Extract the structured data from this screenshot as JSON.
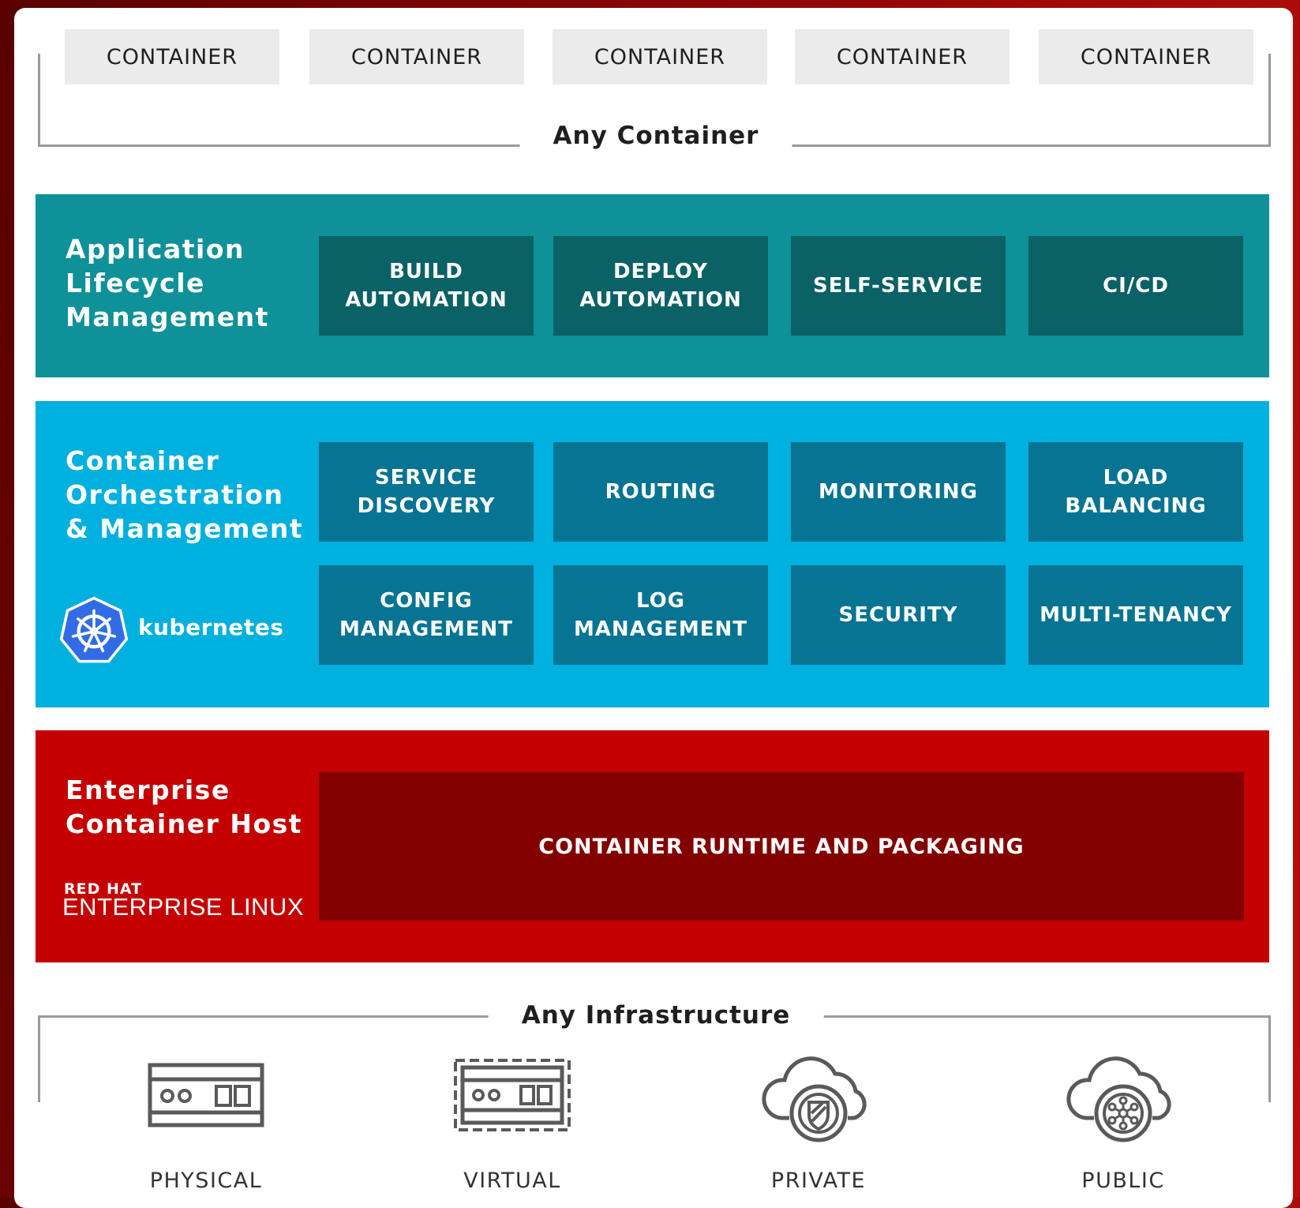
{
  "containers": {
    "items": [
      "CONTAINER",
      "CONTAINER",
      "CONTAINER",
      "CONTAINER",
      "CONTAINER"
    ],
    "caption": "Any Container"
  },
  "application_lifecycle": {
    "title": "Application\nLifecycle\nManagement",
    "color": "#0f9199",
    "tile_color": "#0a6166",
    "tiles": [
      "BUILD\nAUTOMATION",
      "DEPLOY\nAUTOMATION",
      "SELF-SERVICE",
      "CI/CD"
    ]
  },
  "orchestration": {
    "title": "Container\nOrchestration\n& Management",
    "color": "#00b0de",
    "tile_color": "#077493",
    "logo_text": "kubernetes",
    "tiles": [
      "SERVICE\nDISCOVERY",
      "ROUTING",
      "MONITORING",
      "LOAD\nBALANCING",
      "CONFIG\nMANAGEMENT",
      "LOG\nMANAGEMENT",
      "SECURITY",
      "MULTI-TENANCY"
    ]
  },
  "container_host": {
    "title": "Enterprise\nContainer Host",
    "color": "#c50000",
    "runtime_color": "#820000",
    "runtime_label": "CONTAINER RUNTIME AND PACKAGING",
    "logo_small": "RED HAT",
    "logo_big": "ENTERPRISE LINUX"
  },
  "infrastructure": {
    "caption": "Any Infrastructure",
    "items": [
      {
        "label": "PHYSICAL",
        "icon": "physical-server-icon"
      },
      {
        "label": "VIRTUAL",
        "icon": "virtual-server-icon"
      },
      {
        "label": "PRIVATE",
        "icon": "private-cloud-icon"
      },
      {
        "label": "PUBLIC",
        "icon": "public-cloud-icon"
      }
    ]
  }
}
